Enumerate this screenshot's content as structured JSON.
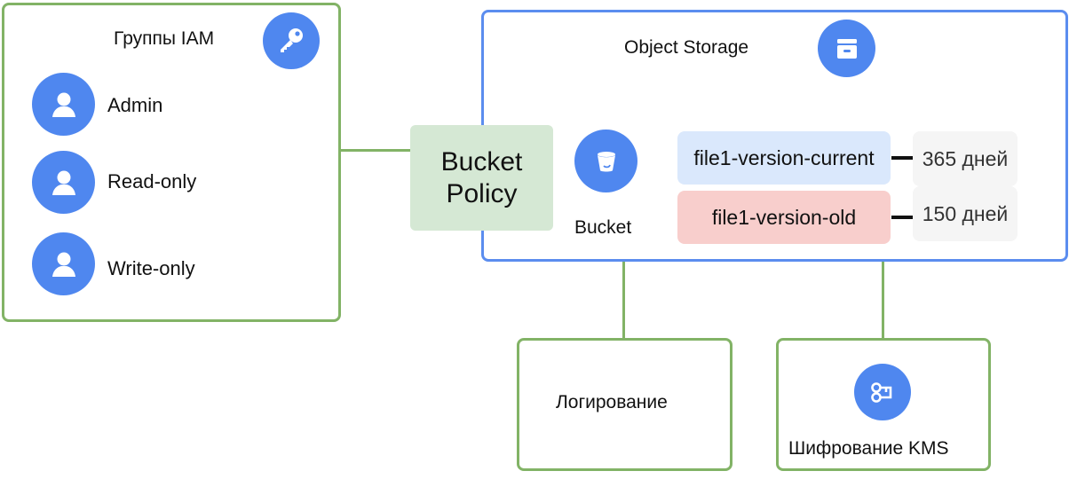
{
  "iam_groups": {
    "title": "Группы IAM",
    "users": [
      {
        "label": "Admin"
      },
      {
        "label": "Read-only"
      },
      {
        "label": "Write-only"
      }
    ]
  },
  "policy": {
    "line1": "Bucket",
    "line2": "Policy"
  },
  "object_storage": {
    "title": "Object Storage",
    "bucket_label": "Bucket",
    "files": [
      {
        "name": "file1-version-current",
        "retention": "365 дней"
      },
      {
        "name": "file1-version-old",
        "retention": "150 дней"
      }
    ]
  },
  "logging": {
    "title": "Логирование"
  },
  "kms": {
    "title": "Шифрование KMS"
  },
  "colors": {
    "green_border": "#82b366",
    "blue_border": "#5b8def",
    "icon_blue": "#4f87ef",
    "policy_fill": "#d5e8d4",
    "current_fill": "#dae8fc",
    "old_fill": "#f8cecc",
    "retention_fill": "#f5f5f5"
  }
}
